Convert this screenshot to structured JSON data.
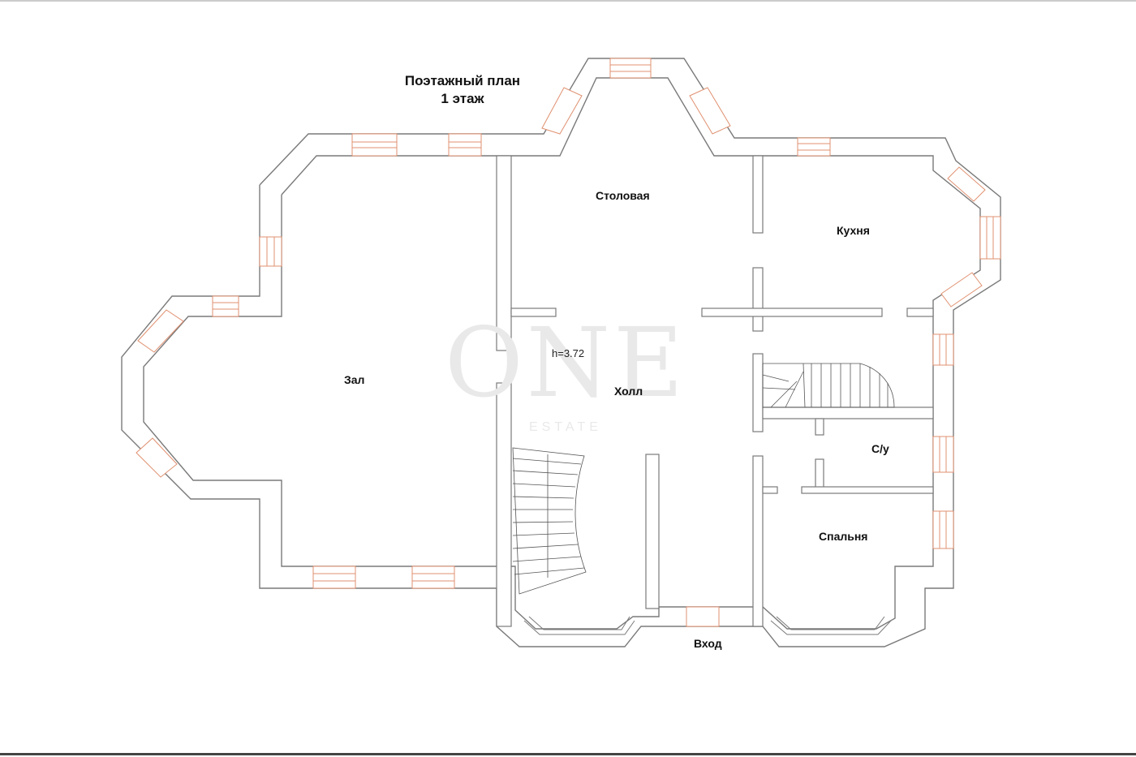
{
  "title": {
    "line1": "Поэтажный план",
    "line2": "1 этаж"
  },
  "rooms": {
    "dining": "Столовая",
    "kitchen": "Кухня",
    "hall_big": "Зал",
    "hall": "Холл",
    "wc": "С/у",
    "bedroom": "Спальня",
    "entrance": "Вход"
  },
  "ceiling_height": "h=3.72",
  "watermark": {
    "logo": "ONE",
    "sub": "ESTATE"
  },
  "colors": {
    "wall_fill": "#ffffff",
    "wall_line": "#7a7a7a",
    "window_line": "#e09070",
    "stair_line": "#555555"
  }
}
